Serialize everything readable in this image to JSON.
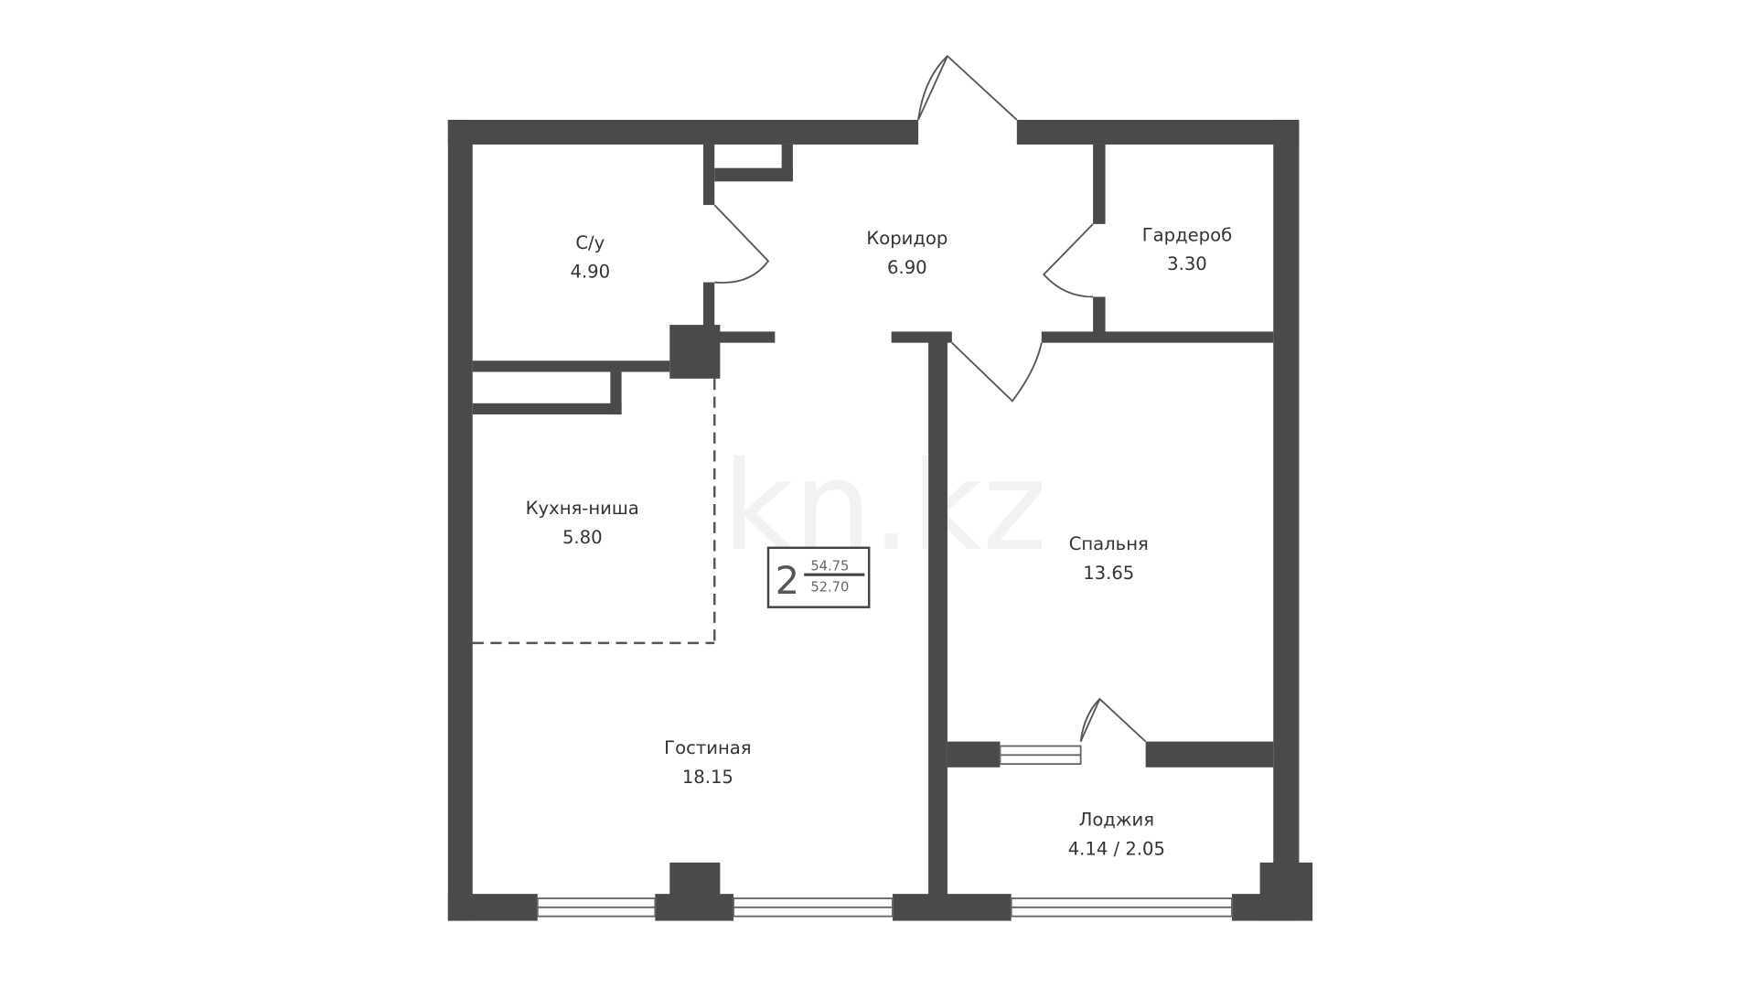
{
  "watermark": "kn.kz",
  "colors": {
    "wall": "#4a4a4a",
    "background": "#ffffff",
    "text": "#333333"
  },
  "rooms": [
    {
      "name": "С/у",
      "area": "4.90"
    },
    {
      "name": "Коридор",
      "area": "6.90"
    },
    {
      "name": "Гардероб",
      "area": "3.30"
    },
    {
      "name": "Кухня-ниша",
      "area": "5.80"
    },
    {
      "name": "Спальня",
      "area": "13.65"
    },
    {
      "name": "Гостиная",
      "area": "18.15"
    },
    {
      "name": "Лоджия",
      "area": "4.14 / 2.05"
    }
  ],
  "badge": {
    "rooms": "2",
    "total_area": "54.75",
    "living_area": "52.70"
  }
}
